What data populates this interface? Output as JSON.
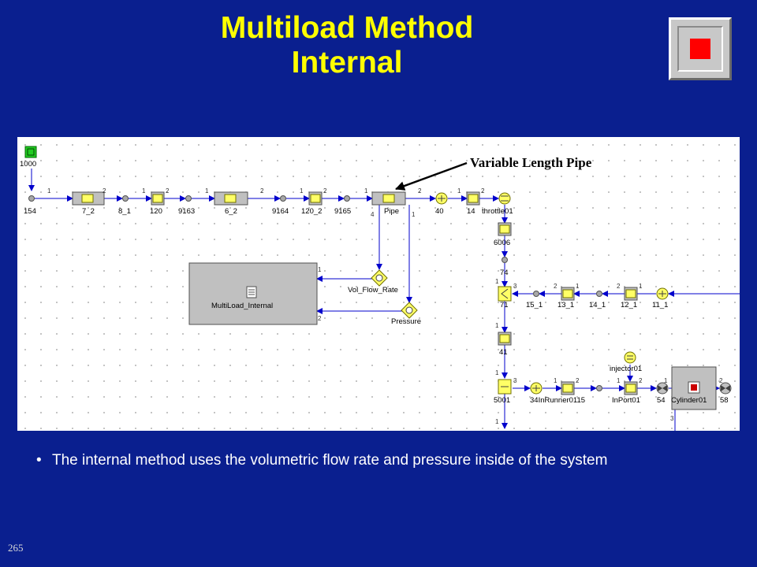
{
  "slide": {
    "title_line1": "Multiload Method",
    "title_line2": "Internal",
    "bullet": "The internal method uses the volumetric flow rate and pressure inside of the system",
    "slide_number": "265",
    "stop_icon": "stop-square-icon"
  },
  "colors": {
    "background": "#0a1f8f",
    "title": "#ffff00",
    "component_fill": "#c0c0c0",
    "yellow_part": "#ffff66",
    "link_line": "#0000cc"
  },
  "diagram": {
    "callout": "Variable Length Pipe",
    "node_labels": {
      "n1000": "1000",
      "n154": "154",
      "n7_2": "7_2",
      "n8_1": "8_1",
      "n120": "120",
      "n9163": "9163",
      "n6_2": "6_2",
      "n9164": "9164",
      "n120_2": "120_2",
      "n9165": "9165",
      "pipe": "Pipe",
      "n40": "40",
      "n14": "14",
      "throttle": "throttle01",
      "n6006": "6006",
      "n74": "74",
      "n71": "71",
      "n15_1": "15_1",
      "n13_1": "13_1",
      "n14_1": "14_1",
      "n12_1": "12_1",
      "n11_1": "11_1",
      "n41": "41",
      "injector": "injector01",
      "n5001": "5001",
      "n34": "34InRunner0115",
      "inport": "InPort01",
      "n54": "54",
      "cylinder": "Cylinder01",
      "n58": "58",
      "multiload": "MultiLoad_Internal",
      "vfr": "Vol_Flow_Rate",
      "pressure": "Pressure"
    },
    "ports": {
      "p1": "1",
      "p2": "2",
      "p3": "3",
      "p4": "4"
    }
  }
}
